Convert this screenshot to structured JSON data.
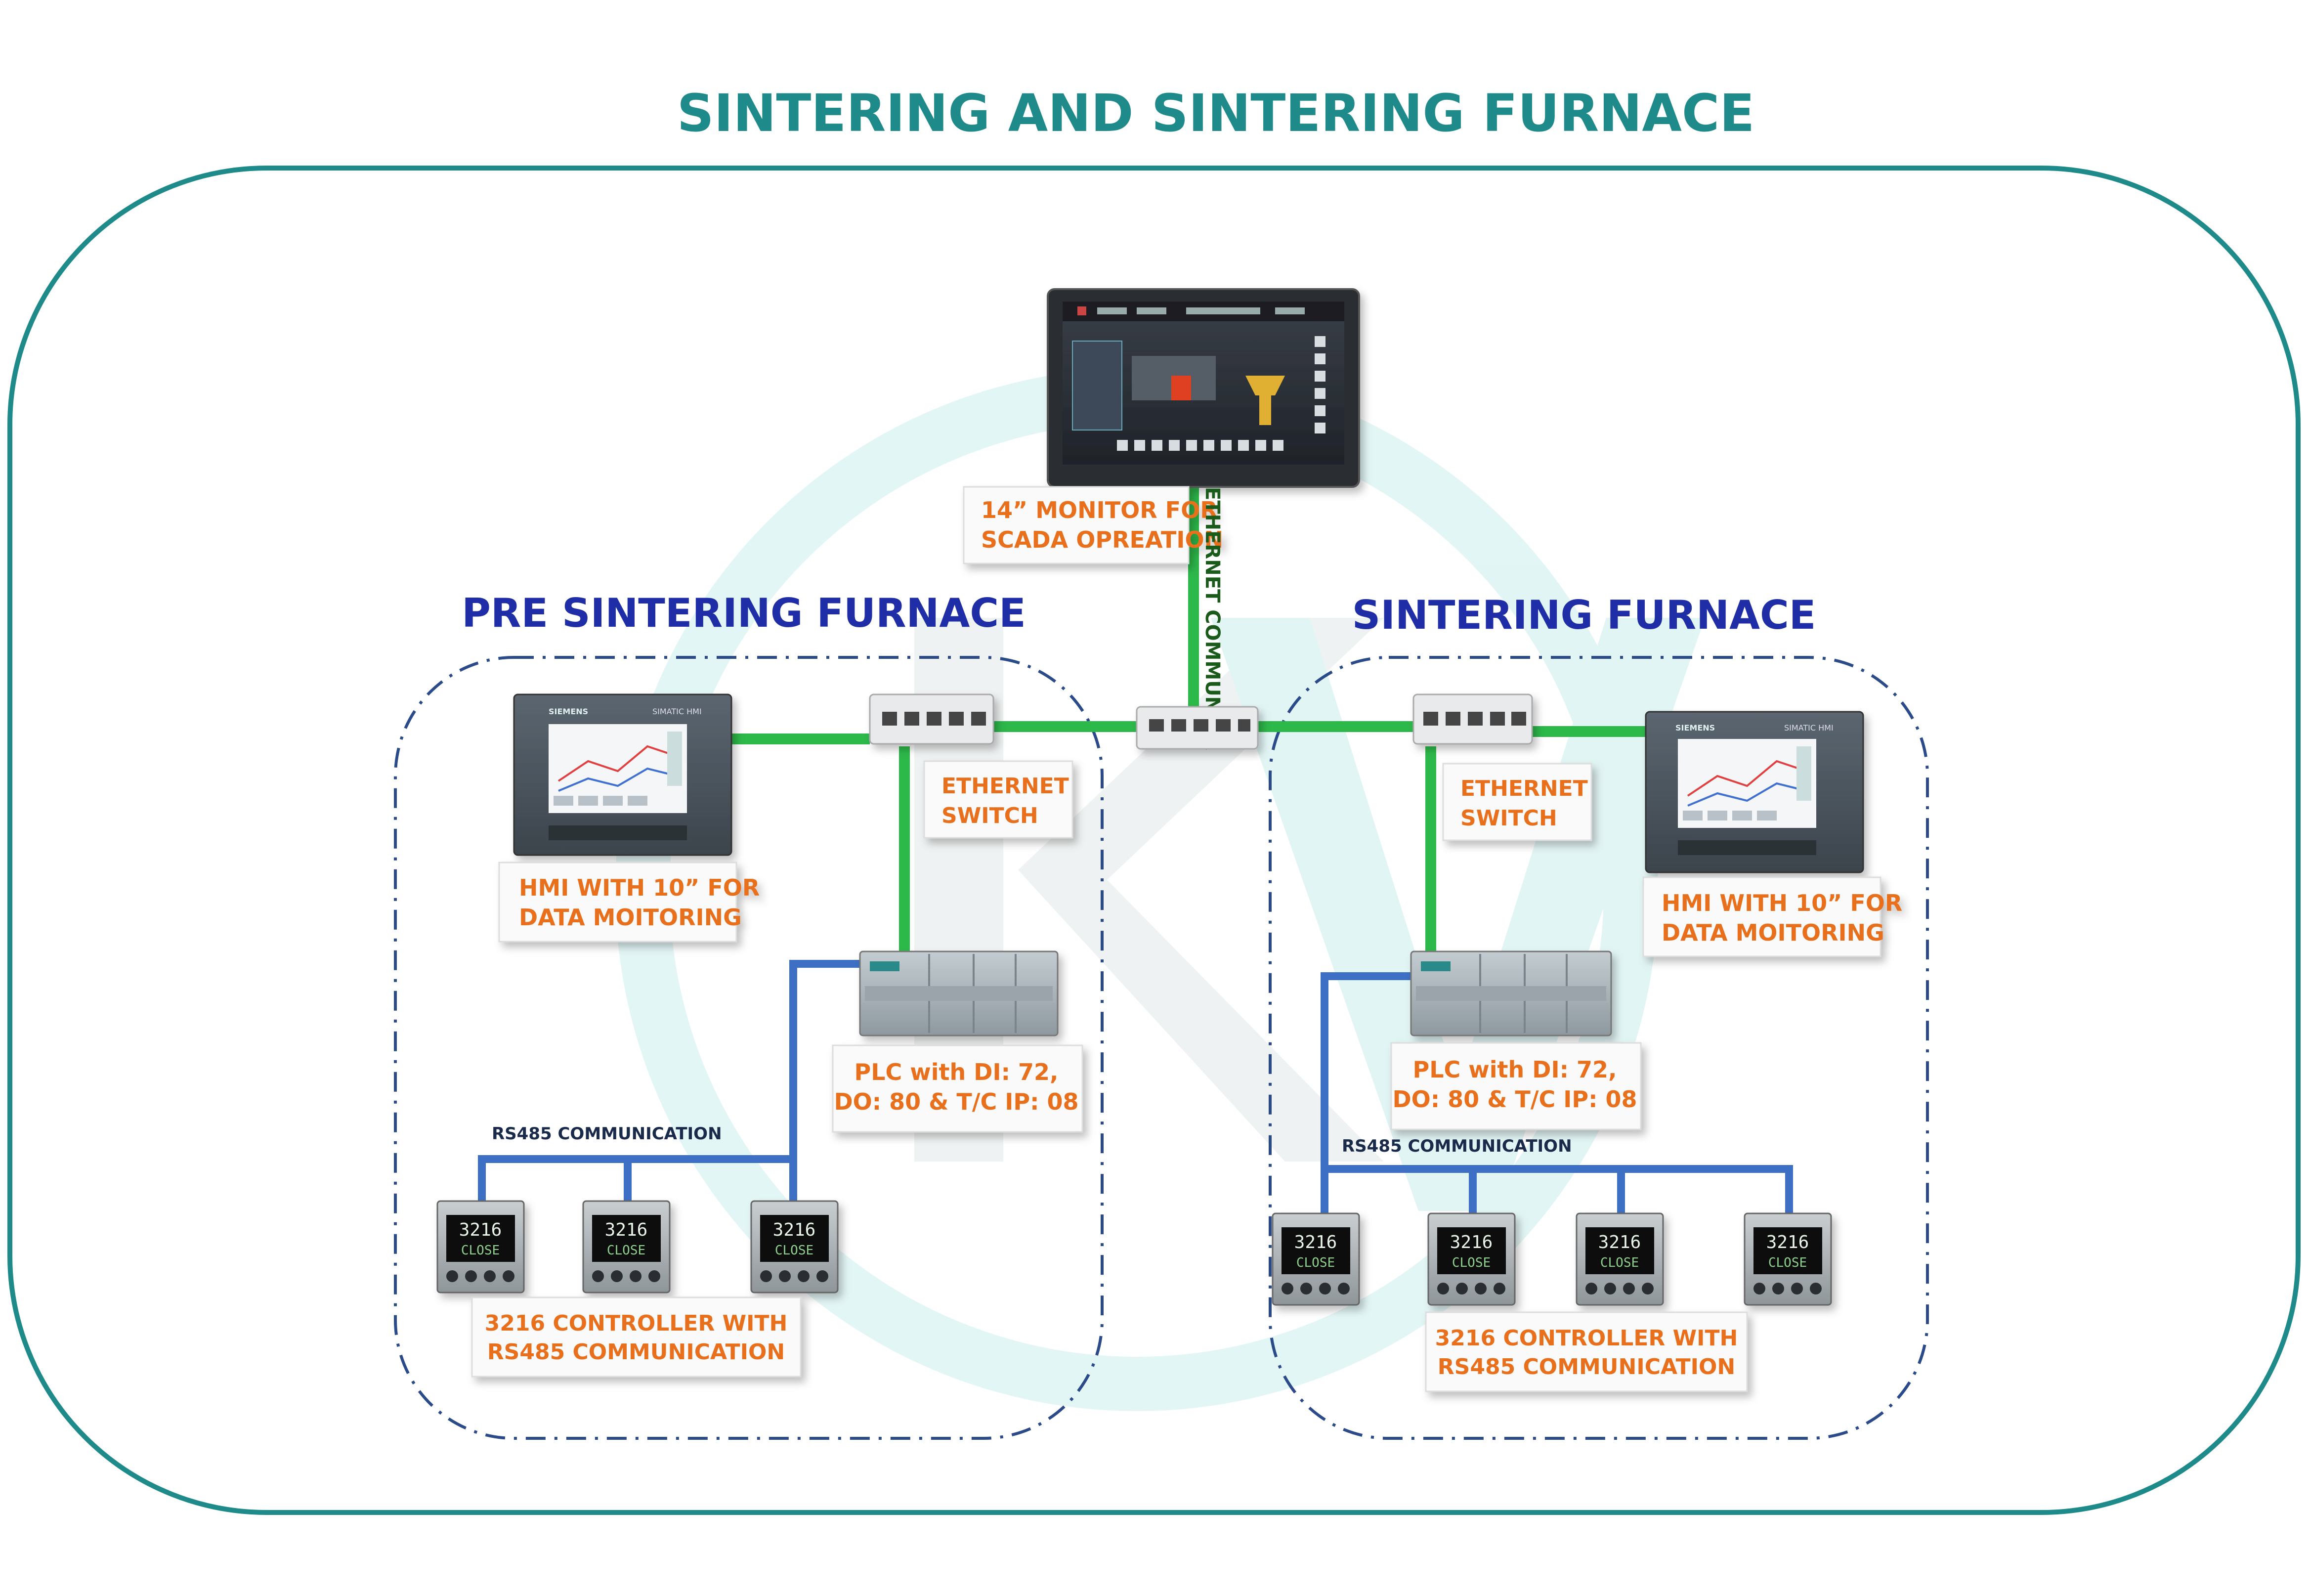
{
  "title": "SINTERING AND SINTERING FURNACE",
  "colors": {
    "title": "#1e8a8a",
    "frame": "#1e8a8a",
    "label_orange": "#e8701a",
    "section_blue": "#1f2ea6",
    "ethernet_green": "#2db84a",
    "rs485_blue": "#3d6fc4",
    "dashdot": "#2a4a8a",
    "vertical_text": "#1a5a1a"
  },
  "top": {
    "monitor_label_line1": "14” MONITOR FOR",
    "monitor_label_line2": "SCADA OPREATION",
    "ethernet_vertical_label": "ETHERNET COMMUNICA"
  },
  "left": {
    "section_title": "PRE SINTERING FURNACE",
    "hmi_label_line1": "HMI WITH 10” FOR",
    "hmi_label_line2": "DATA MOITORING",
    "switch_label_line1": "ETHERNET",
    "switch_label_line2": "SWITCH",
    "plc_label_line1": "PLC with DI: 72,",
    "plc_label_line2": "DO: 80 & T/C IP: 08",
    "rs485_label": "RS485 COMMUNICATION",
    "controller_label_line1": "3216 CONTROLLER WITH",
    "controller_label_line2": "RS485 COMMUNICATION",
    "controller_count": 3
  },
  "right": {
    "section_title": "SINTERING FURNACE",
    "hmi_label_line1": "HMI WITH 10” FOR",
    "hmi_label_line2": "DATA MOITORING",
    "switch_label_line1": "ETHERNET",
    "switch_label_line2": "SWITCH",
    "plc_label_line1": "PLC with DI: 72,",
    "plc_label_line2": "DO: 80 & T/C IP: 08",
    "rs485_label": "RS485 COMMUNICATION",
    "controller_label_line1": "3216 CONTROLLER WITH",
    "controller_label_line2": "RS485 COMMUNICATION",
    "controller_count": 4
  },
  "device_text": {
    "hmi_brand": "SIEMENS",
    "hmi_model": "SIMATIC HMI",
    "controller_display_top": "3216",
    "controller_display_bottom": "CLOSE"
  }
}
